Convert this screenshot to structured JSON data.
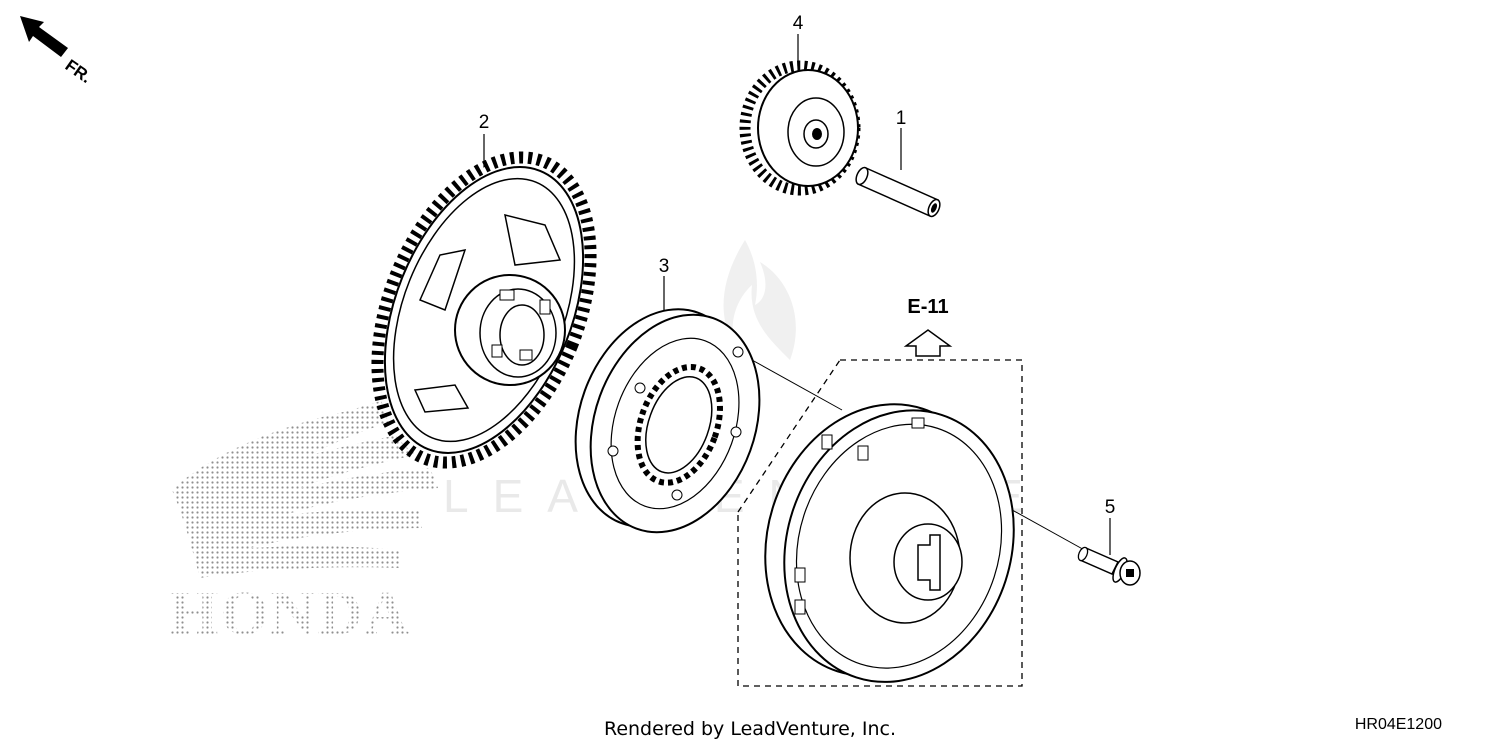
{
  "orientation": {
    "label": "FR."
  },
  "callouts": {
    "c1": "1",
    "c2": "2",
    "c3": "3",
    "c4": "4",
    "c5": "5"
  },
  "reference": {
    "label": "E-11"
  },
  "watermark": {
    "text": "LEADVENTURE"
  },
  "brand_logo": {
    "text": "HONDA"
  },
  "footer": {
    "rendered_by": "Rendered by LeadVenture, Inc."
  },
  "diagram_code": "HR04E1200",
  "parts": [
    {
      "callout": "1",
      "part": "shaft-pin"
    },
    {
      "callout": "2",
      "part": "large-driven-gear"
    },
    {
      "callout": "3",
      "part": "one-way-clutch"
    },
    {
      "callout": "4",
      "part": "small-idle-gear"
    },
    {
      "callout": "5",
      "part": "flange-bolt"
    }
  ],
  "colors": {
    "line": "#000000",
    "watermark": "#e9e9e9",
    "logo_dots": "#9a9a9a"
  }
}
